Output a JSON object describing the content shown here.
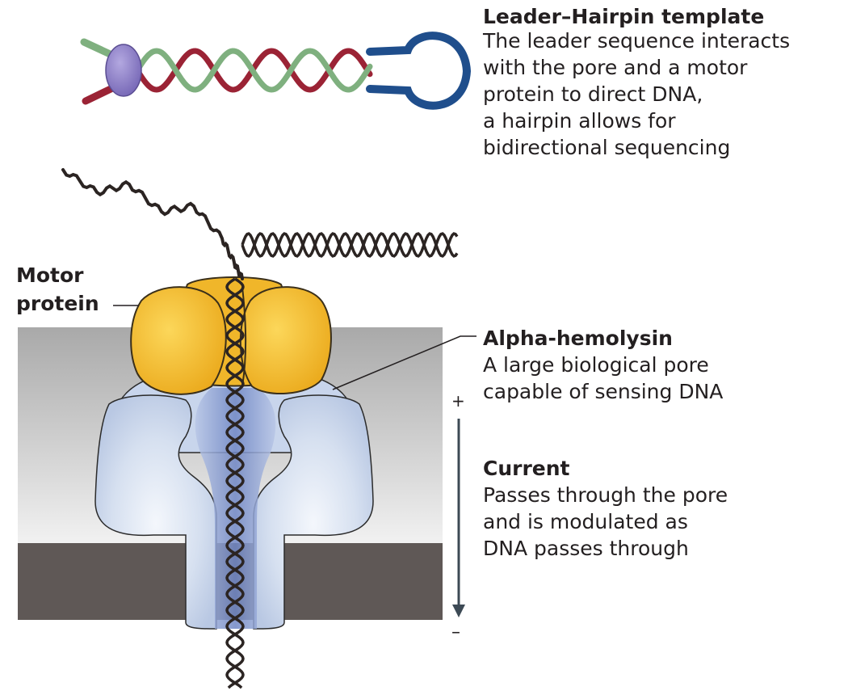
{
  "leader_hairpin": {
    "title": "Leader–Hairpin template",
    "lines": [
      "The leader sequence interacts",
      "with the pore and a motor",
      "protein to direct DNA,",
      "a hairpin allows for",
      "bidirectional sequencing"
    ]
  },
  "motor_protein": {
    "line1": "Motor",
    "line2": "protein"
  },
  "alpha_hemolysin": {
    "title": "Alpha-hemolysin",
    "lines": [
      "A large biological pore",
      "capable of sensing DNA"
    ]
  },
  "current": {
    "title": "Current",
    "lines": [
      "Passes through the pore",
      "and is modulated as",
      "DNA passes through"
    ],
    "plus": "+",
    "minus": "–"
  },
  "colors": {
    "strand_red": "#9b2335",
    "strand_green": "#7fb07f",
    "hairpin_blue": "#1f4e8c",
    "leader_bead": "#8a7cc4",
    "motor_yellow": "#f6c02c",
    "motor_outline": "#3a2f1a",
    "pore_light": "#dde6f4",
    "pore_mid": "#a9bde0",
    "pore_channel": "#8098cf",
    "membrane_top": "#b3b3b3",
    "membrane_bottom": "#5f5856",
    "dna_dark": "#2b2422",
    "arrow": "#3d4a55"
  }
}
